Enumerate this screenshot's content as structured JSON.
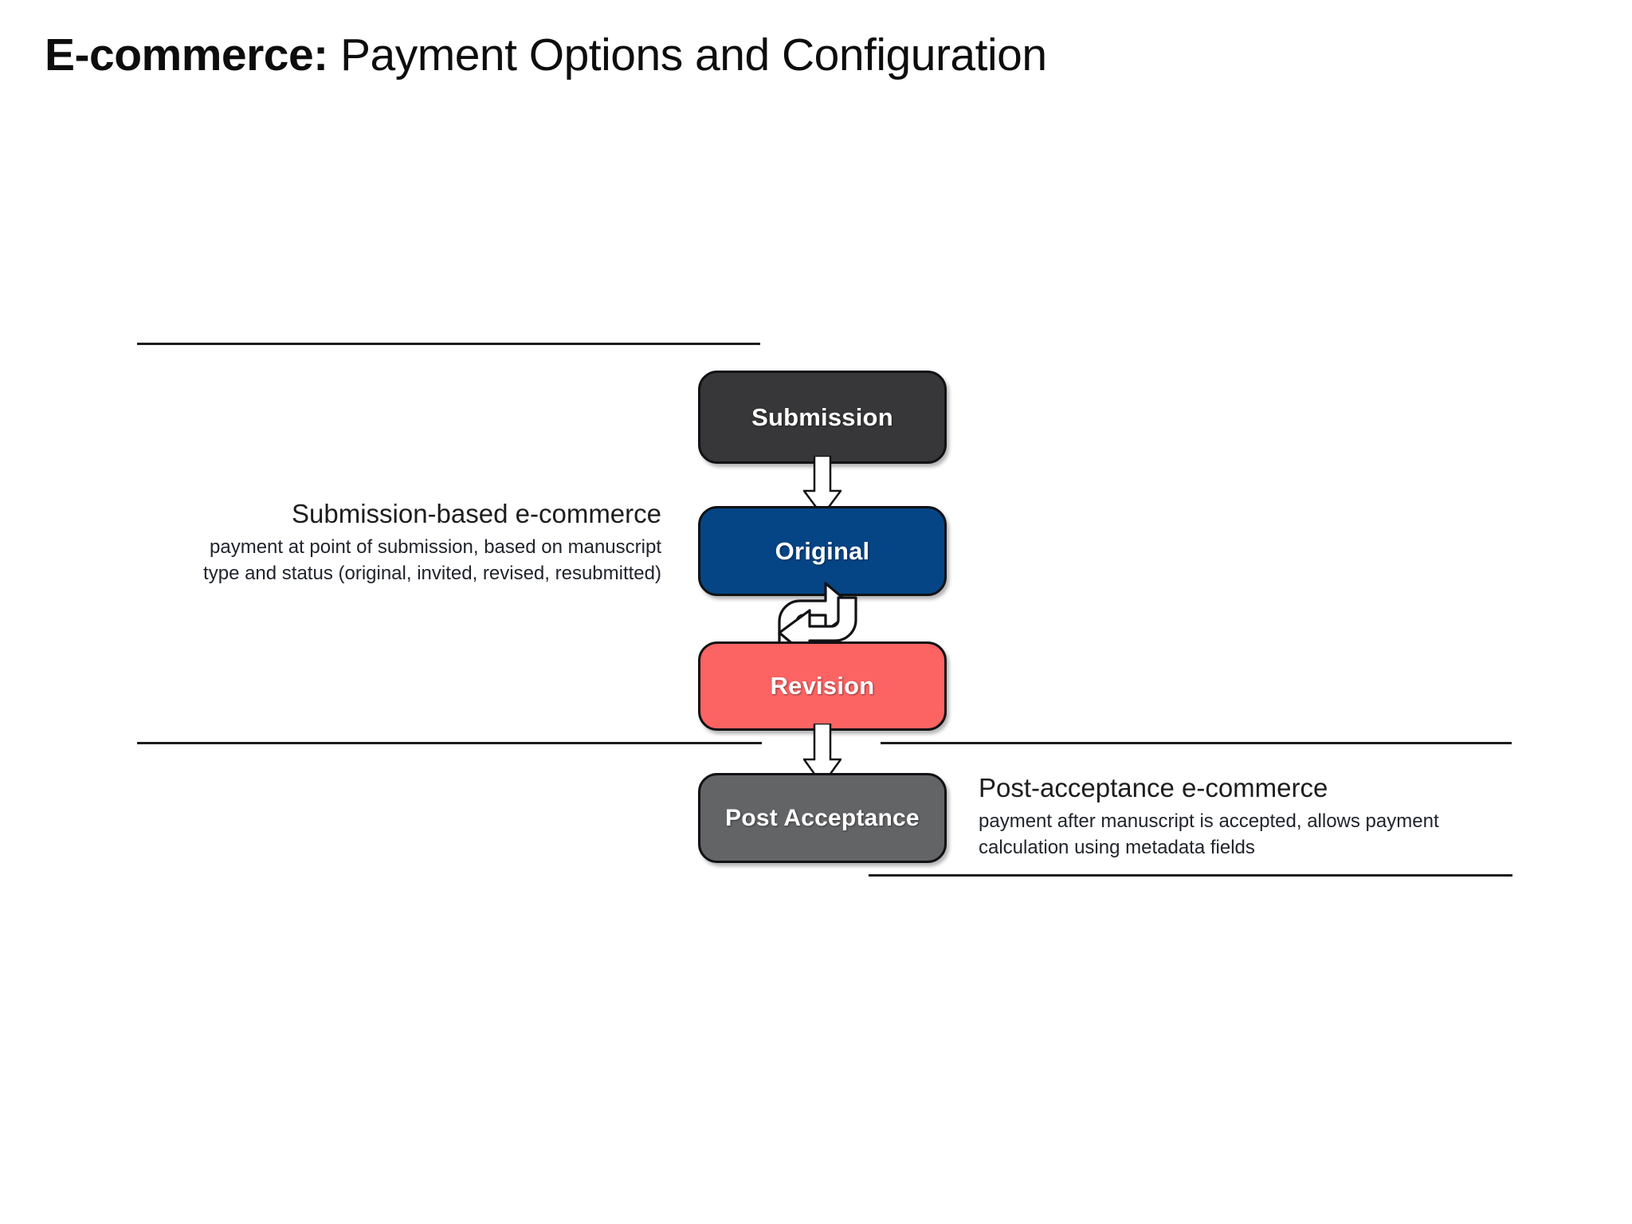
{
  "slide": {
    "title": {
      "strong": "E-commerce:",
      "rest": " Payment Options and Configuration"
    },
    "background_color": "#ffffff"
  },
  "diagram": {
    "type": "flowchart",
    "orientation": "vertical",
    "nodes": [
      {
        "id": "submission",
        "label": "Submission",
        "fill": "#373739",
        "text_color": "#ffffff",
        "shape": "rounded-rectangle"
      },
      {
        "id": "original",
        "label": "Original",
        "fill": "#054585",
        "text_color": "#ffffff",
        "shape": "rounded-rectangle"
      },
      {
        "id": "revision",
        "label": "Revision",
        "fill": "#fc6363",
        "text_color": "#ffffff",
        "shape": "rounded-rectangle"
      },
      {
        "id": "post-acceptance",
        "label": "Post Acceptance",
        "fill": "#636466",
        "text_color": "#ffffff",
        "shape": "rounded-rectangle"
      }
    ],
    "connectors": [
      {
        "id": "submission-to-original",
        "from": "submission",
        "to": "original",
        "style": "block-arrow-down",
        "icon": "arrow-down-icon"
      },
      {
        "id": "original-revision-cycle",
        "from": "original",
        "to": "revision",
        "style": "cycle",
        "icon": "cycle-arrows-icon",
        "bidirectional": true
      },
      {
        "id": "revision-to-post-acceptance",
        "from": "revision",
        "to": "post-acceptance",
        "style": "block-arrow-down",
        "icon": "arrow-down-icon"
      }
    ]
  },
  "callouts": {
    "submission_based": {
      "heading": "Submission-based e-commerce",
      "body_lines": [
        "payment at point of submission, based on manuscript",
        "type and status (original, invited, revised, resubmitted)"
      ]
    },
    "post_acceptance": {
      "heading": "Post-acceptance e-commerce",
      "body_lines": [
        "payment after manuscript is accepted, allows payment",
        "calculation using metadata fields"
      ]
    }
  },
  "rules": {
    "color": "#1c1c1c",
    "count": 4
  }
}
